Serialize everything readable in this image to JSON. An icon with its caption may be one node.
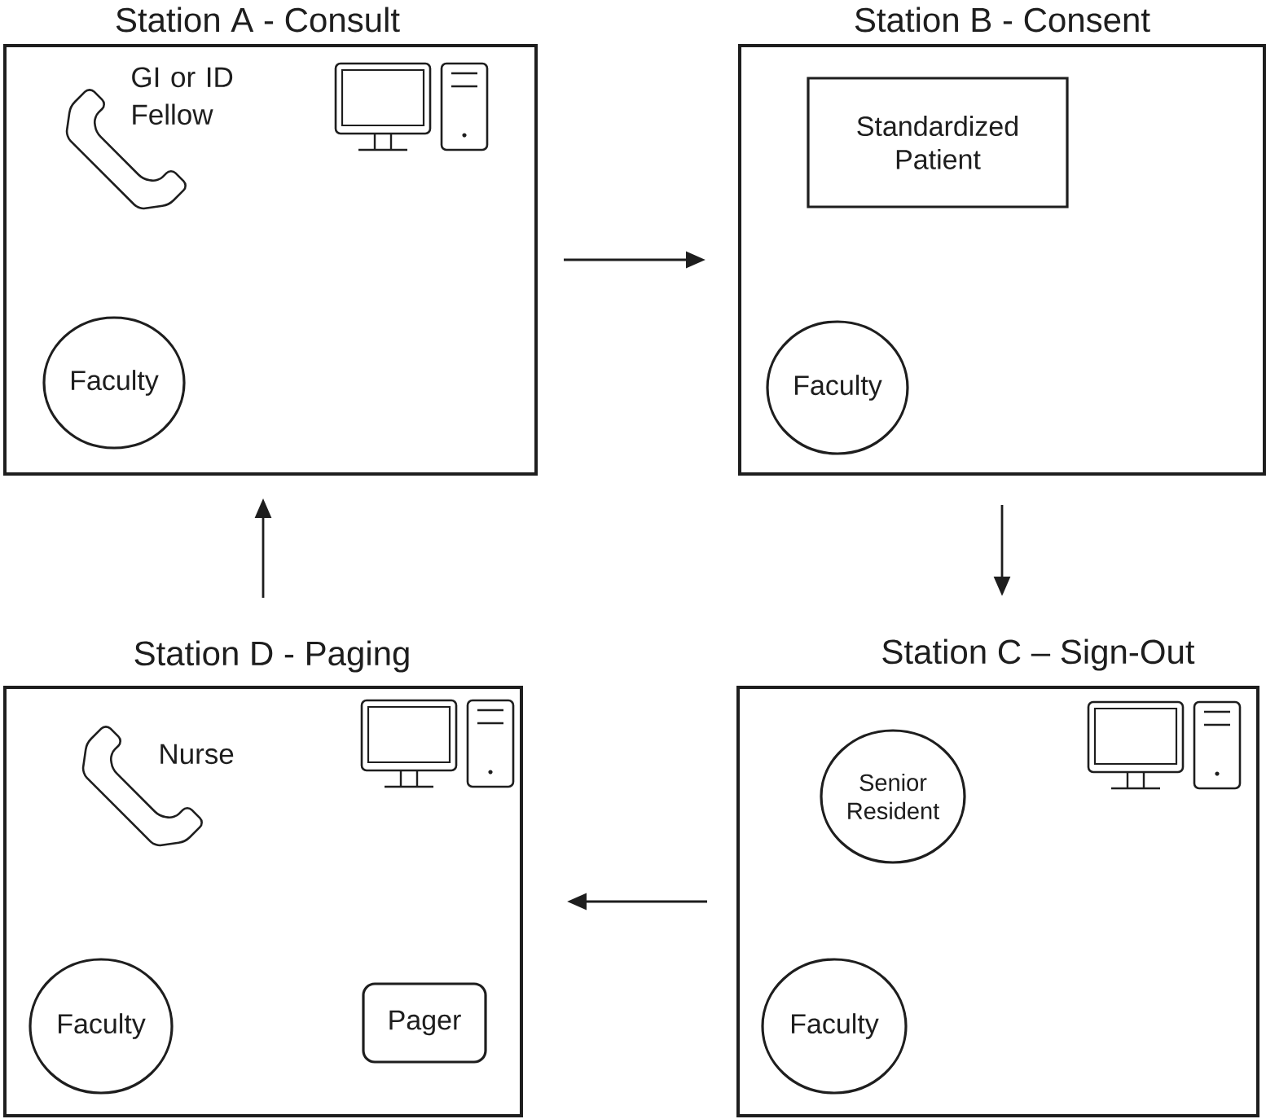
{
  "diagram": {
    "nodes": [
      {
        "text": [
          "Station A - Consult"
        ]
      },
      {
        "text": [
          "Faculty"
        ],
        "in": 0
      },
      {
        "text": [
          "Station B - Consent"
        ]
      },
      {
        "text": [
          "Standardized Patient"
        ],
        "in": 2
      },
      {
        "text": [
          "Faculty"
        ],
        "in": 2
      },
      {
        "text": [
          "Station D - Paging"
        ]
      },
      {
        "text": [
          "Faculty"
        ],
        "in": 5
      },
      {
        "text": [
          "Pager"
        ],
        "in": 5
      },
      {
        "text": [
          "Station C – Sign-Out"
        ]
      },
      {
        "text": [
          "Senior Resident"
        ],
        "in": 8
      },
      {
        "text": [
          "Faculty"
        ],
        "in": 8
      }
    ],
    "edges": [
      {
        "from": 0,
        "to": 2,
        "arrow": "to"
      },
      {
        "from": 2,
        "to": 8,
        "arrow": "to"
      },
      {
        "from": 8,
        "to": 5,
        "arrow": "to"
      },
      {
        "from": 5,
        "to": 0,
        "arrow": "to"
      }
    ],
    "labels": [
      "GI or ID Fellow",
      "Nurse"
    ]
  }
}
